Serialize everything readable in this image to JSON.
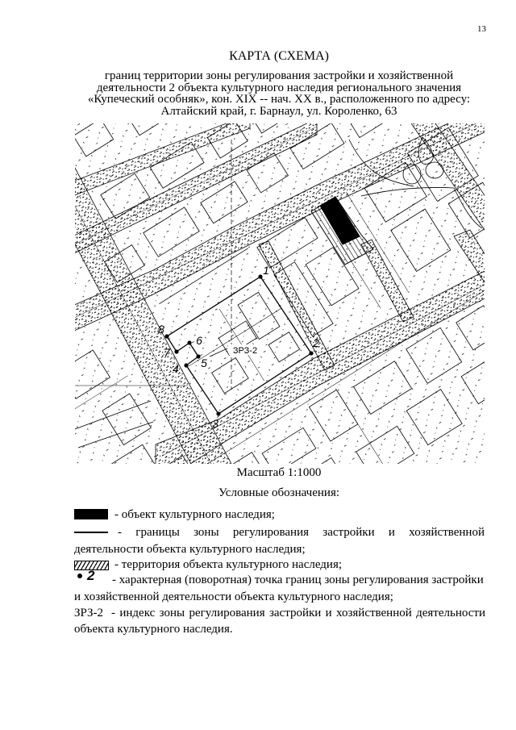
{
  "page": {
    "number": "13"
  },
  "header": {
    "title": "КАРТА (СХЕМА)",
    "subtitle": [
      "границ территории зоны регулирования застройки и хозяйственной",
      "деятельности 2 объекта культурного наследия регионального значения",
      "«Купеческий особняк», кон. XIX -- нач. XX в., расположенного по адресу:",
      "Алтайский край, г. Барнаул, ул. Короленко, 63"
    ]
  },
  "map": {
    "zone_index_label": "ЗРЗ-2",
    "boundary_points": [
      "1",
      "2",
      "3",
      "4",
      "5",
      "6",
      "7",
      "8"
    ]
  },
  "scale_label": "Масштаб 1:1000",
  "legend": {
    "title": "Условные обозначения:",
    "heritage_object": {
      "text": "- объект культурного наследия;"
    },
    "zone_boundary": {
      "text_line1": "- границы зоны регулирования застройки и хозяйственной",
      "text_line2": "деятельности объекта культурного наследия;"
    },
    "heritage_territory": {
      "text": "- территория объекта культурного наследия;"
    },
    "turning_point": {
      "symbol_label": "2",
      "text_line1": "- характерная (поворотная) точка границ зоны регулирования застройки",
      "text_line2": "и хозяйственной деятельности объекта культурного наследия;"
    },
    "zone_index": {
      "symbol_label": "ЗРЗ-2",
      "text_line1": "- индекс зоны регулирования застройки и хозяйственной деятельности",
      "text_line2": "объекта культурного наследия."
    }
  },
  "colors": {
    "ink": "#000000",
    "paper": "#ffffff"
  }
}
